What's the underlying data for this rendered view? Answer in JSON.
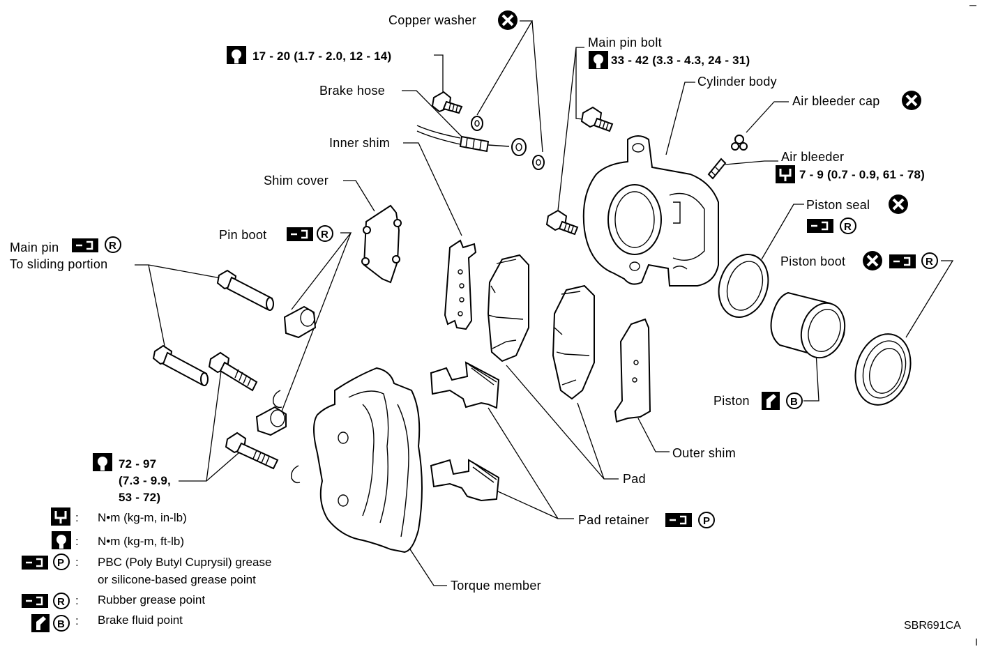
{
  "labels": {
    "copper_washer": "Copper washer",
    "hose_torque": "17 - 20 (1.7 - 2.0, 12 - 14)",
    "brake_hose": "Brake hose",
    "inner_shim": "Inner shim",
    "shim_cover": "Shim cover",
    "pin_boot": "Pin boot",
    "main_pin": "Main pin",
    "to_sliding": "To sliding portion",
    "main_pin_bolt": "Main pin bolt",
    "main_pin_bolt_torque": "33 - 42 (3.3 - 4.3, 24 - 31)",
    "cylinder_body": "Cylinder body",
    "air_bleeder_cap": "Air bleeder cap",
    "air_bleeder": "Air bleeder",
    "air_bleeder_torque": "7 - 9 (0.7 - 0.9, 61 - 78)",
    "piston_seal": "Piston seal",
    "piston_boot": "Piston boot",
    "piston": "Piston",
    "outer_shim": "Outer shim",
    "pad": "Pad",
    "pad_retainer": "Pad retainer",
    "torque_member": "Torque member",
    "tm_torque_1": "72 - 97",
    "tm_torque_2": "(7.3 - 9.9,",
    "tm_torque_3": "53 - 72)"
  },
  "legend": [
    {
      "sym": ":",
      "text": "N•m (kg-m, in-lb)"
    },
    {
      "sym": ":",
      "text": "N•m (kg-m, ft-lb)"
    },
    {
      "sym": ":",
      "text": "PBC (Poly Butyl Cuprysil) grease"
    },
    {
      "sym": "",
      "text": "or silicone-based grease point"
    },
    {
      "sym": ":",
      "text": "Rubber grease point"
    },
    {
      "sym": ":",
      "text": "Brake fluid point"
    }
  ],
  "badges": {
    "R": "R",
    "P": "P",
    "B": "B"
  },
  "figure_code": "SBR691CA",
  "icons": [
    "torque-wrench-icon",
    "socket-wrench-icon",
    "grease-icon",
    "brake-fluid-icon",
    "do-not-reuse-icon"
  ]
}
